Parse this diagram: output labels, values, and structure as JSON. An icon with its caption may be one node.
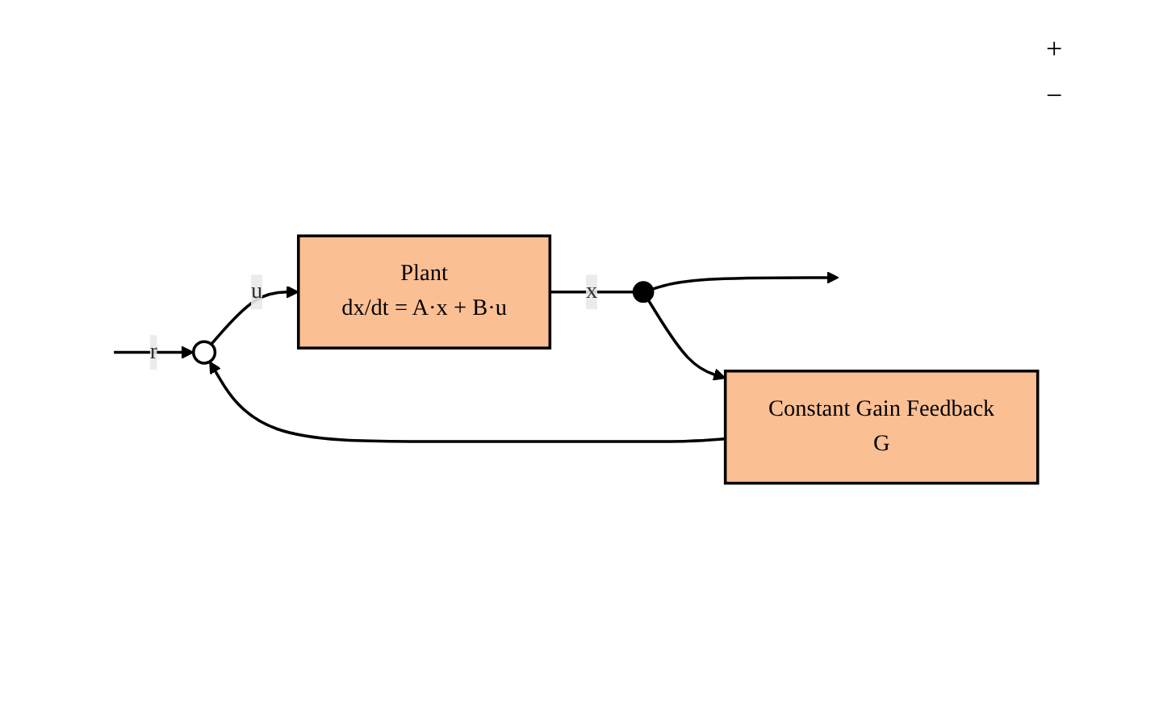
{
  "diagram": {
    "nodes": [
      {
        "text": [],
        "shape": "circle"
      },
      {
        "text": [
          "Plant",
          "dx/dt = A·x + B·u"
        ]
      },
      {
        "text": [],
        "shape": "circle"
      },
      {
        "text": [
          "Constant Gain Feedback",
          "G"
        ]
      }
    ],
    "edges": [
      {
        "from": null,
        "to": 0,
        "arrow": "to",
        "label": "r"
      },
      {
        "from": 0,
        "to": 1,
        "arrow": "to",
        "label": "u"
      },
      {
        "from": 1,
        "to": 2,
        "arrow": "none",
        "label": "x"
      },
      {
        "from": 2,
        "to": null,
        "arrow": "to"
      },
      {
        "from": 2,
        "to": 3,
        "arrow": "to"
      },
      {
        "from": 3,
        "to": 0,
        "arrow": "to"
      }
    ],
    "labels": [
      "+",
      "−"
    ]
  }
}
